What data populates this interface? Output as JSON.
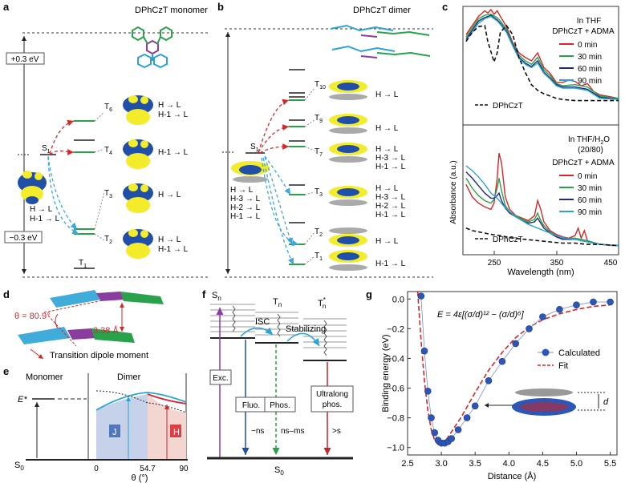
{
  "panels": {
    "a": {
      "letter": "a",
      "title": "DPhCzT monomer",
      "energy_plus": "+0.3 eV",
      "energy_minus": "−0.3 eV",
      "s1_label": "S",
      "s1_sub": "1",
      "s1_trans": [
        "H → L",
        "H-1 → L"
      ],
      "t6": "T",
      "t6_sub": "6",
      "t6_trans": [
        "H → L",
        "H-1 → L"
      ],
      "t4": "T",
      "t4_sub": "4",
      "t4_trans": [
        "H-1 → L"
      ],
      "t3": "T",
      "t3_sub": "3",
      "t3_trans": [
        "H → L"
      ],
      "t2": "T",
      "t2_sub": "2",
      "t2_trans": [
        "H → L",
        "H-1 → L"
      ],
      "t1": "T",
      "t1_sub": "1"
    },
    "b": {
      "letter": "b",
      "title": "DPhCzT dimer",
      "s1_label": "S",
      "s1_sub": "1",
      "s1_trans": [
        "H → L",
        "H-3 → L",
        "H-2 → L",
        "H-1 → L"
      ],
      "t10": "T",
      "t10_sub": "10",
      "t10_trans": [
        "H → L"
      ],
      "t9": "T",
      "t9_sub": "9",
      "t9_trans": [
        "H → L"
      ],
      "t7": "T",
      "t7_sub": "7",
      "t7_trans": [
        "H → L",
        "H-3 → L",
        "H-1 → L"
      ],
      "t3": "T",
      "t3_sub": "3",
      "t3_trans": [
        "H → L",
        "H-3 → L",
        "H-2 → L",
        "H-1 → L"
      ],
      "t2": "T",
      "t2_sub": "2",
      "t2_trans": [
        "H → L"
      ],
      "t1": "T",
      "t1_sub": "1",
      "t1_trans": [
        "H-1 → L"
      ]
    },
    "c": {
      "letter": "c",
      "ylabel": "Absorbance (a.u.)",
      "xlabel": "Wavelength (nm)",
      "top_title1": "In THF",
      "top_title2": "DPhCzT + ADMA",
      "bottom_title1": "In THF/H",
      "bottom_title1_sub": "2",
      "bottom_title1_end": "O",
      "bottom_title2": "(20/80)",
      "bottom_title3": "DPhCzT + ADMA",
      "ref_label": "DPhCzT",
      "legend": [
        "0 min",
        "30 min",
        "60 min",
        "90 min"
      ],
      "xticks": [
        "250",
        "350",
        "450"
      ]
    },
    "d": {
      "letter": "d",
      "theta": "θ = 80.9°",
      "distance": "3.38 Å",
      "dipole": "Transition dipole moment"
    },
    "e": {
      "letter": "e",
      "monomer": "Monomer",
      "dimer": "Dimer",
      "estar": "E*",
      "s0": "S",
      "s0_sub": "0",
      "j": "J",
      "h": "H",
      "xticks": [
        "0",
        "54.7",
        "90"
      ],
      "xlabel": "θ (°)"
    },
    "f": {
      "letter": "f",
      "sn": "S",
      "sn_sub": "n",
      "tn": "T",
      "tn_sub": "n",
      "tn_star": "T",
      "tn_star_sup": "*",
      "tn_star_sub": "n",
      "isc": "ISC",
      "stabilizing": "Stabilizing",
      "exc": "Exc.",
      "fluo": "Fluo.",
      "phos": "Phos.",
      "ultralong1": "Ultralong",
      "ultralong2": "phos.",
      "t_fluo": "~ns",
      "t_phos": "ns–ms",
      "t_ul": ">s",
      "s0": "S",
      "s0_sub": "0"
    },
    "g": {
      "letter": "g",
      "equation": "E = 4ε[(σ/d)¹² − (σ/d)⁶]",
      "ylabel": "Binding energy (eV)",
      "xlabel": "Distance (Å)",
      "legend_calc": "Calculated",
      "legend_fit": "Fit",
      "d_label": "d",
      "xticks": [
        "2.5",
        "3.0",
        "3.5",
        "4.0",
        "4.5",
        "5.0",
        "5.5"
      ],
      "yticks": [
        "0.0",
        "−0.2",
        "−0.4",
        "−0.6",
        "−0.8",
        "−1.0"
      ]
    }
  },
  "colors": {
    "red": "#d7262b",
    "green": "#2aa14b",
    "navy": "#1f2a7a",
    "cyan": "#2ba3d6",
    "dashed_red": "#e0333a",
    "dashed_blue": "#3aa8dd",
    "orbital_yellow": "#f2ec2a",
    "orbital_blue": "#1f4fa8"
  },
  "chart_data": [
    {
      "type": "line",
      "title": "In THF DPhCzT + ADMA",
      "xlabel": "Wavelength (nm)",
      "ylabel": "Absorbance (a.u.)",
      "xlim": [
        200,
        450
      ],
      "series": [
        {
          "name": "0 min",
          "x": [
            205,
            215,
            225,
            235,
            240,
            245,
            250,
            255,
            260,
            270,
            280,
            290,
            300,
            310,
            320,
            330,
            340,
            350,
            360,
            370,
            380,
            390,
            400,
            410,
            420,
            440,
            450
          ],
          "y": [
            0.78,
            0.86,
            0.94,
            0.99,
            0.97,
            1.0,
            0.96,
            0.99,
            0.94,
            0.85,
            0.71,
            0.62,
            0.58,
            0.55,
            0.62,
            0.49,
            0.44,
            0.36,
            0.36,
            0.38,
            0.37,
            0.33,
            0.35,
            0.28,
            0.25,
            0.23,
            0.22
          ]
        },
        {
          "name": "30 min",
          "x": [
            205,
            215,
            225,
            235,
            245,
            255,
            260,
            270,
            280,
            290,
            300,
            310,
            320,
            330,
            340,
            350,
            360,
            380,
            400,
            420,
            450
          ],
          "y": [
            0.76,
            0.84,
            0.92,
            0.95,
            0.96,
            0.93,
            0.9,
            0.83,
            0.7,
            0.6,
            0.55,
            0.52,
            0.58,
            0.47,
            0.42,
            0.35,
            0.33,
            0.34,
            0.32,
            0.24,
            0.22
          ]
        },
        {
          "name": "60 min",
          "x": [
            205,
            215,
            225,
            235,
            245,
            255,
            260,
            270,
            280,
            290,
            300,
            310,
            320,
            330,
            340,
            350,
            360,
            380,
            400,
            420,
            450
          ],
          "y": [
            0.74,
            0.82,
            0.9,
            0.93,
            0.95,
            0.91,
            0.88,
            0.81,
            0.69,
            0.58,
            0.53,
            0.5,
            0.55,
            0.45,
            0.4,
            0.34,
            0.32,
            0.32,
            0.3,
            0.23,
            0.21
          ]
        },
        {
          "name": "90 min",
          "x": [
            205,
            215,
            225,
            235,
            245,
            255,
            260,
            270,
            280,
            290,
            300,
            310,
            320,
            330,
            340,
            350,
            360,
            380,
            400,
            420,
            450
          ],
          "y": [
            0.73,
            0.8,
            0.88,
            0.92,
            0.94,
            0.9,
            0.87,
            0.8,
            0.68,
            0.57,
            0.52,
            0.49,
            0.53,
            0.44,
            0.39,
            0.33,
            0.31,
            0.31,
            0.29,
            0.22,
            0.21
          ]
        },
        {
          "name": "DPhCzT",
          "x": [
            205,
            215,
            225,
            235,
            240,
            250,
            255,
            260,
            270,
            280,
            290,
            300,
            310,
            320,
            330,
            340,
            350,
            360,
            380,
            400,
            450
          ],
          "y": [
            0.72,
            0.8,
            0.85,
            0.86,
            0.72,
            0.54,
            0.62,
            0.8,
            0.86,
            0.78,
            0.58,
            0.45,
            0.34,
            0.29,
            0.26,
            0.24,
            0.22,
            0.21,
            0.2,
            0.2,
            0.2
          ]
        }
      ]
    },
    {
      "type": "line",
      "title": "In THF/H2O (20/80) DPhCzT + ADMA",
      "xlabel": "Wavelength (nm)",
      "ylabel": "Absorbance (a.u.)",
      "xlim": [
        200,
        450
      ],
      "series": [
        {
          "name": "0 min",
          "x": [
            205,
            215,
            225,
            235,
            245,
            250,
            255,
            258,
            262,
            268,
            275,
            285,
            295,
            305,
            315,
            320,
            325,
            330,
            340,
            350,
            360,
            370,
            380,
            385,
            390,
            395,
            400,
            410,
            420,
            440,
            450
          ],
          "y": [
            0.55,
            0.45,
            0.4,
            0.37,
            0.35,
            0.4,
            0.6,
            0.8,
            0.72,
            0.45,
            0.35,
            0.3,
            0.28,
            0.26,
            0.3,
            0.42,
            0.35,
            0.25,
            0.18,
            0.15,
            0.13,
            0.12,
            0.14,
            0.2,
            0.12,
            0.18,
            0.1,
            0.08,
            0.07,
            0.06,
            0.06
          ]
        },
        {
          "name": "30 min",
          "x": [
            205,
            215,
            225,
            235,
            245,
            250,
            255,
            258,
            262,
            268,
            275,
            285,
            295,
            305,
            315,
            320,
            325,
            330,
            340,
            350,
            360,
            380,
            400,
            420,
            450
          ],
          "y": [
            0.6,
            0.52,
            0.46,
            0.42,
            0.4,
            0.43,
            0.52,
            0.6,
            0.5,
            0.38,
            0.33,
            0.3,
            0.27,
            0.25,
            0.27,
            0.32,
            0.26,
            0.22,
            0.17,
            0.14,
            0.12,
            0.12,
            0.1,
            0.07,
            0.06
          ]
        },
        {
          "name": "60 min",
          "x": [
            205,
            215,
            225,
            235,
            245,
            250,
            255,
            258,
            262,
            268,
            275,
            285,
            295,
            305,
            315,
            320,
            325,
            330,
            340,
            350,
            360,
            380,
            400,
            420,
            450
          ],
          "y": [
            0.65,
            0.6,
            0.54,
            0.48,
            0.44,
            0.44,
            0.46,
            0.48,
            0.42,
            0.36,
            0.32,
            0.29,
            0.26,
            0.24,
            0.25,
            0.28,
            0.24,
            0.2,
            0.16,
            0.13,
            0.11,
            0.11,
            0.09,
            0.07,
            0.06
          ]
        },
        {
          "name": "90 min",
          "x": [
            205,
            215,
            225,
            235,
            245,
            255,
            265,
            275,
            285,
            295,
            305,
            315,
            325,
            335,
            345,
            355,
            365,
            380,
            400,
            420,
            450
          ],
          "y": [
            0.7,
            0.66,
            0.61,
            0.55,
            0.48,
            0.44,
            0.38,
            0.33,
            0.29,
            0.26,
            0.23,
            0.21,
            0.19,
            0.17,
            0.15,
            0.13,
            0.12,
            0.11,
            0.09,
            0.07,
            0.06
          ]
        },
        {
          "name": "DPhCzT",
          "x": [
            205,
            215,
            225,
            235,
            245,
            260,
            280,
            300,
            320,
            340,
            360,
            380,
            400,
            420,
            450
          ],
          "y": [
            0.2,
            0.18,
            0.17,
            0.16,
            0.15,
            0.14,
            0.12,
            0.11,
            0.1,
            0.09,
            0.08,
            0.08,
            0.07,
            0.07,
            0.06
          ]
        }
      ]
    },
    {
      "type": "scatter",
      "xlabel": "Distance (Å)",
      "ylabel": "Binding energy (eV)",
      "xlim": [
        2.5,
        5.6
      ],
      "ylim": [
        -1.05,
        0.05
      ],
      "series": [
        {
          "name": "Calculated",
          "x": [
            2.7,
            2.75,
            2.8,
            2.85,
            2.9,
            2.95,
            3.0,
            3.05,
            3.1,
            3.15,
            3.25,
            3.38,
            3.5,
            3.7,
            3.9,
            4.1,
            4.3,
            4.5,
            4.75,
            5.0,
            5.25,
            5.5
          ],
          "y": [
            0.02,
            -0.35,
            -0.62,
            -0.8,
            -0.9,
            -0.95,
            -0.97,
            -0.97,
            -0.96,
            -0.94,
            -0.88,
            -0.8,
            -0.72,
            -0.55,
            -0.42,
            -0.3,
            -0.2,
            -0.12,
            -0.07,
            -0.04,
            -0.02,
            -0.02
          ]
        },
        {
          "name": "Fit",
          "x": [
            2.65,
            2.7,
            2.75,
            2.8,
            2.85,
            2.9,
            2.95,
            3.0,
            3.05,
            3.1,
            3.2,
            3.3,
            3.4,
            3.5,
            3.7,
            3.9,
            4.1,
            4.3,
            4.5,
            4.75,
            5.0,
            5.25,
            5.5
          ],
          "y": [
            0.05,
            -0.28,
            -0.55,
            -0.75,
            -0.88,
            -0.95,
            -0.98,
            -0.98,
            -0.96,
            -0.93,
            -0.86,
            -0.79,
            -0.71,
            -0.63,
            -0.48,
            -0.36,
            -0.26,
            -0.19,
            -0.14,
            -0.1,
            -0.07,
            -0.05,
            -0.04
          ]
        }
      ]
    }
  ]
}
